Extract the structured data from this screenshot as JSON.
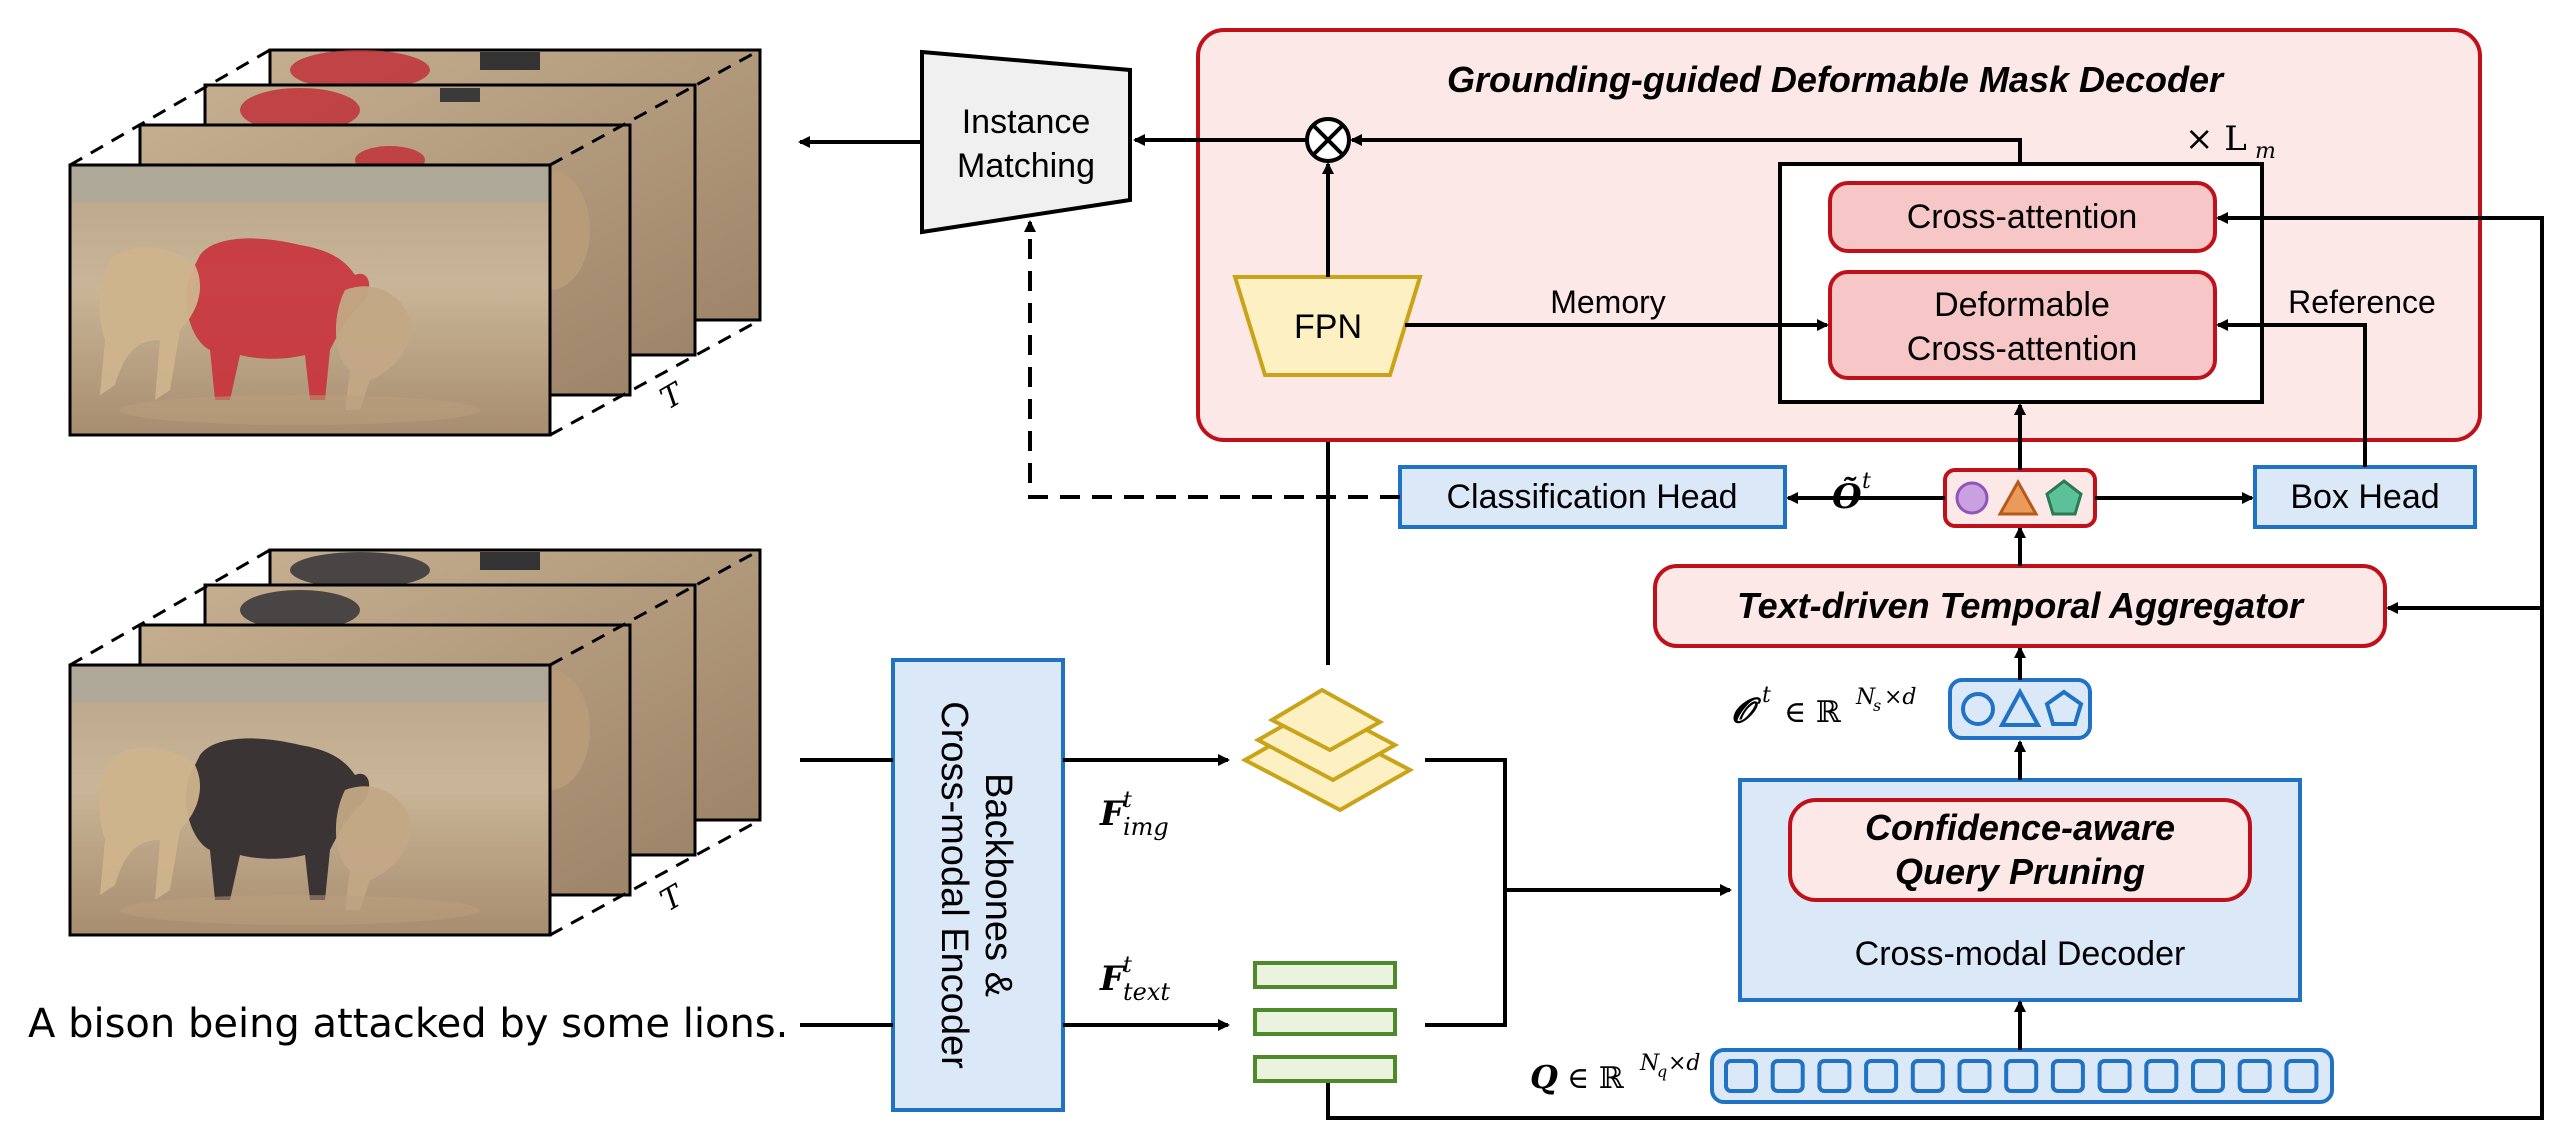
{
  "decoder_title": "Grounding-guided Deformable Mask Decoder",
  "repeat_label": "× L",
  "repeat_sub": "m",
  "cross_attention": "Cross-attention",
  "deformable_line1": "Deformable",
  "deformable_line2": "Cross-attention",
  "memory_label": "Memory",
  "reference_label": "Reference",
  "fpn_label": "FPN",
  "instance_line1": "Instance",
  "instance_line2": "Matching",
  "classification_head": "Classification Head",
  "box_head": "Box Head",
  "aggregator": "Text-driven Temporal Aggregator",
  "pruning_line1": "Confidence-aware",
  "pruning_line2": "Query Pruning",
  "cross_modal_decoder": "Cross-modal Decoder",
  "backbone_line1": "Backbones &",
  "backbone_line2": "Cross-modal Encoder",
  "caption": "A bison being attacked by some lions.",
  "t_label": "T",
  "o_tilde_symbol": "Õ",
  "o_sup": "t",
  "o_symbol": "𝓞",
  "o_set": "∈ ℝ",
  "o_exp": "N",
  "o_exp_sub": "s",
  "o_exp_tail": "×d",
  "q_symbol": "𝑸",
  "q_set": "∈ ℝ",
  "q_exp": "N",
  "q_exp_sub": "q",
  "q_exp_tail": "×d",
  "f_symbol": "F",
  "f_sup": "t",
  "f_img_sub": "img",
  "f_text_sub": "text",
  "colors": {
    "decoder_fill": "#fde8e8",
    "decoder_stroke": "#c0101a",
    "blue_fill": "#dae8f8",
    "blue_stroke": "#1f72c4",
    "gold_fill": "#fdf1c4",
    "gold_stroke": "#c9a419",
    "green_fill": "#eaf3dd",
    "green_stroke": "#4f8a2a",
    "gray_fill": "#f0f0f0",
    "purple": "#b57ed8",
    "orange": "#e07a2c",
    "teal": "#3aa57a"
  },
  "query_count": 13
}
